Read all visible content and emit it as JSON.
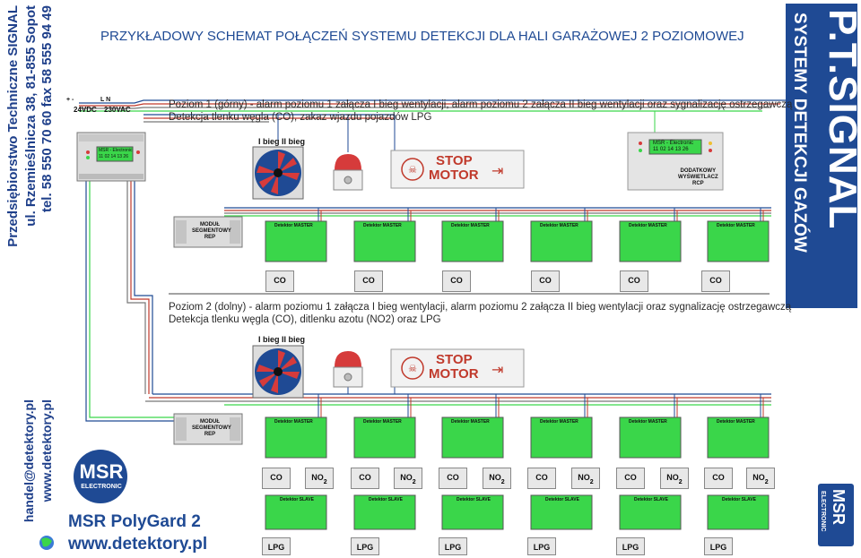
{
  "company": {
    "line1": "Przedsiębiorstwo Techniczne SIGNAL",
    "line2": "ul. Rzemieślnicza 38, 81-855 Sopot",
    "line3": "tel. 58 550 70 60  fax 58 555 94 49",
    "email": "handel@detektory.pl",
    "web": "www.detektory.pl"
  },
  "brand": {
    "name_top": "P.T.SIGNAL",
    "name_sub": "SYSTEMY DETEKCJI GAZÓW",
    "msr_logo": "MSR",
    "msr_sub": "ELECTRONIC",
    "colors": {
      "blue": "#1f4a94",
      "green": "#3ad64a",
      "red": "#c0392b"
    }
  },
  "title": "PRZYKŁADOWY SCHEMAT POŁĄCZEŃ SYSTEMU DETEKCJI DLA HALI GARAŻOWEJ 2 POZIOMOWEJ",
  "power": {
    "dc": "24VDC",
    "ac": "230VAC",
    "plus_minus": "+ -",
    "ln": "L  N"
  },
  "level1": {
    "line1": "Poziom 1 (górny) - alarm poziomu 1 załącza I bieg wentylacji, alarm poziomu 2 załącza II bieg wentylacji oraz sygnalizację ostrzegawczą",
    "line2": "Detekcja tlenku węgla (CO), zakaz wjazdu pojazdów LPG",
    "fan_label": "I bieg  II bieg"
  },
  "level2": {
    "line1": "Poziom 2 (dolny) - alarm poziomu 1 załącza I bieg wentylacji, alarm poziomu 2 załącza II bieg wentylacji oraz sygnalizację ostrzegawczą",
    "line2": "Detekcja tlenku węgla (CO), ditlenku azotu (NO2) oraz LPG",
    "fan_label": "I bieg  II bieg"
  },
  "stop_sign": {
    "line1": "STOP",
    "line2": "MOTOR"
  },
  "display": {
    "header": "MSR - Electronic",
    "readout": "11 02 14  13 26",
    "label1": "DODATKOWY",
    "label2": "WYŚWIETLACZ",
    "label3": "RCP"
  },
  "controller": {
    "header": "MSR - Electronic",
    "readout": "11 02 14  13 26"
  },
  "module": {
    "line1": "MODUŁ",
    "line2": "SEGMENTOWY",
    "line3": "REP"
  },
  "detector_master": "Detektor MASTER",
  "detector_slave": "Detektor SLAVE",
  "sensors": {
    "co": "CO",
    "no2": "NO",
    "no2_sub": "2",
    "lpg": "LPG"
  },
  "product": {
    "name": "MSR PolyGard 2",
    "web": "www.detektory.pl"
  }
}
